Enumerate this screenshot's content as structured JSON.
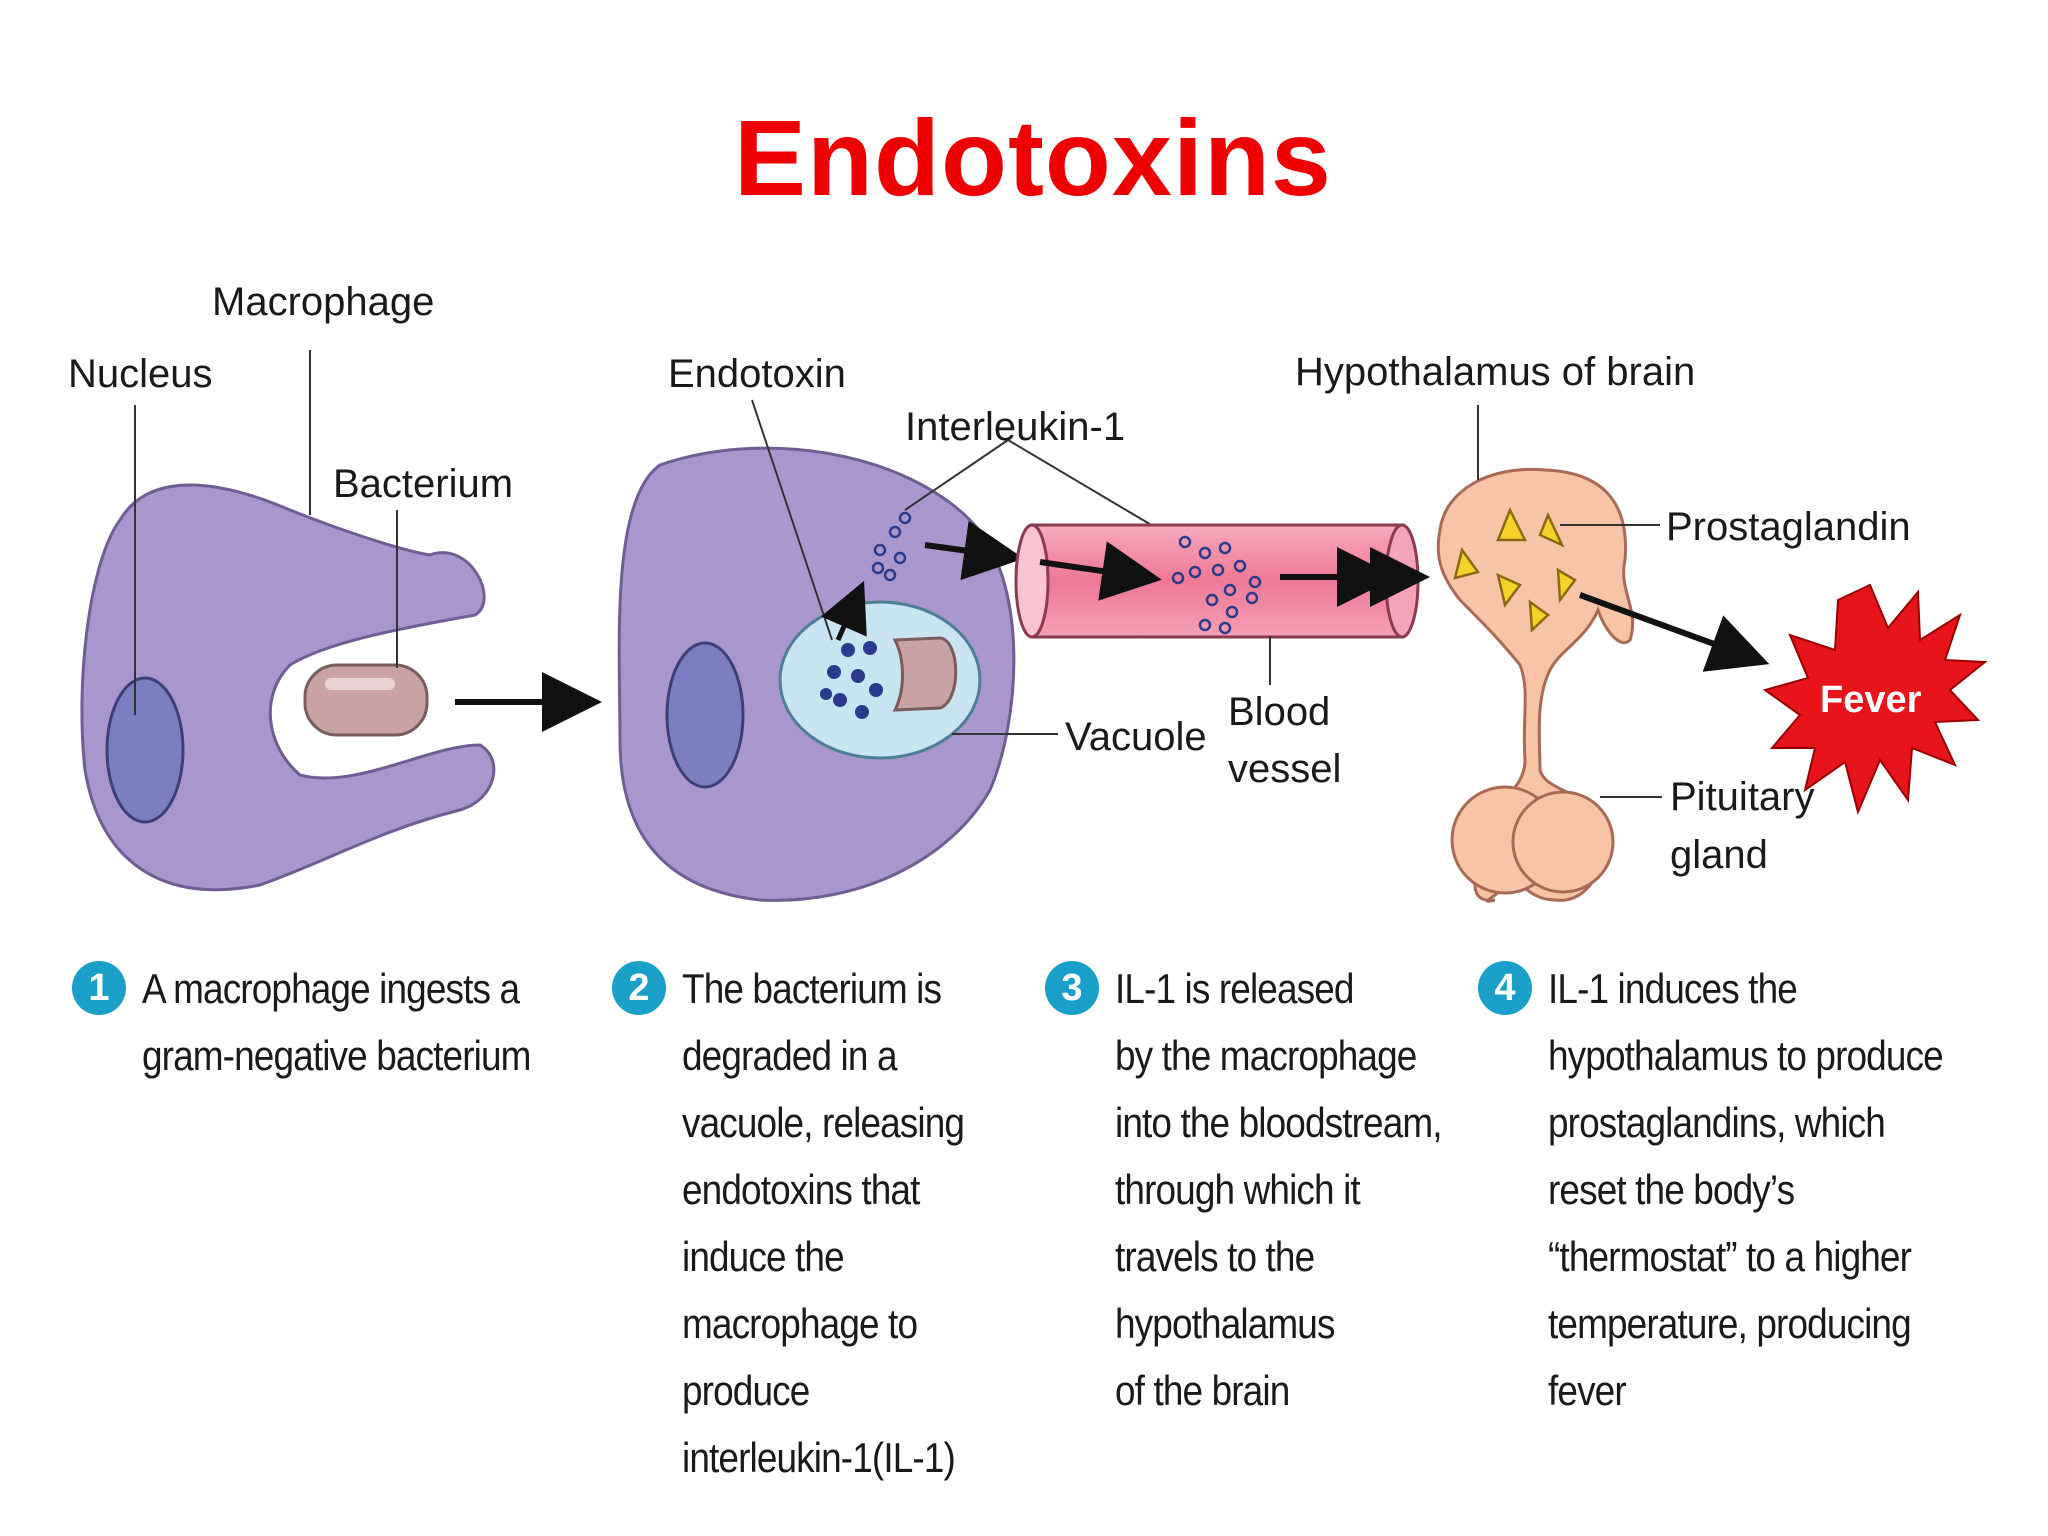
{
  "title": "Endotoxins",
  "labels": {
    "macrophage": "Macrophage",
    "nucleus": "Nucleus",
    "bacterium": "Bacterium",
    "endotoxin": "Endotoxin",
    "interleukin": "Interleukin-1",
    "vacuole": "Vacuole",
    "blood_vessel_1": "Blood",
    "blood_vessel_2": "vessel",
    "hypothalamus": "Hypothalamus of brain",
    "prostaglandin": "Prostaglandin",
    "pituitary_1": "Pituitary",
    "pituitary_2": "gland",
    "fever": "Fever"
  },
  "steps": [
    {
      "number": "1",
      "text": "A macrophage ingests a\ngram-negative bacterium"
    },
    {
      "number": "2",
      "text": "The bacterium is\ndegraded in a\nvacuole, releasing\nendotoxins that\ninduce the\nmacrophage to\nproduce\ninterleukin-1(IL-1)"
    },
    {
      "number": "3",
      "text": "IL-1 is released\nby the macrophage\ninto the bloodstream,\nthrough which it\ntravels to the\nhypothalamus\nof the brain"
    },
    {
      "number": "4",
      "text": "IL-1 induces the\nhypothalamus to produce\nprostaglandins, which\nreset the body’s\n“thermostat” to a higher\ntemperature, producing\nfever"
    }
  ],
  "colors": {
    "title": "#ee0000",
    "macrophage": "#a996cc",
    "nucleus": "#7b7fc2",
    "bacterium": "#c9a3a3",
    "vacuole": "#c8e4f0",
    "vessel": "#f08aa6",
    "brain": "#f7c4a8",
    "fever": "#e8141c",
    "badge": "#1aa0c8"
  }
}
